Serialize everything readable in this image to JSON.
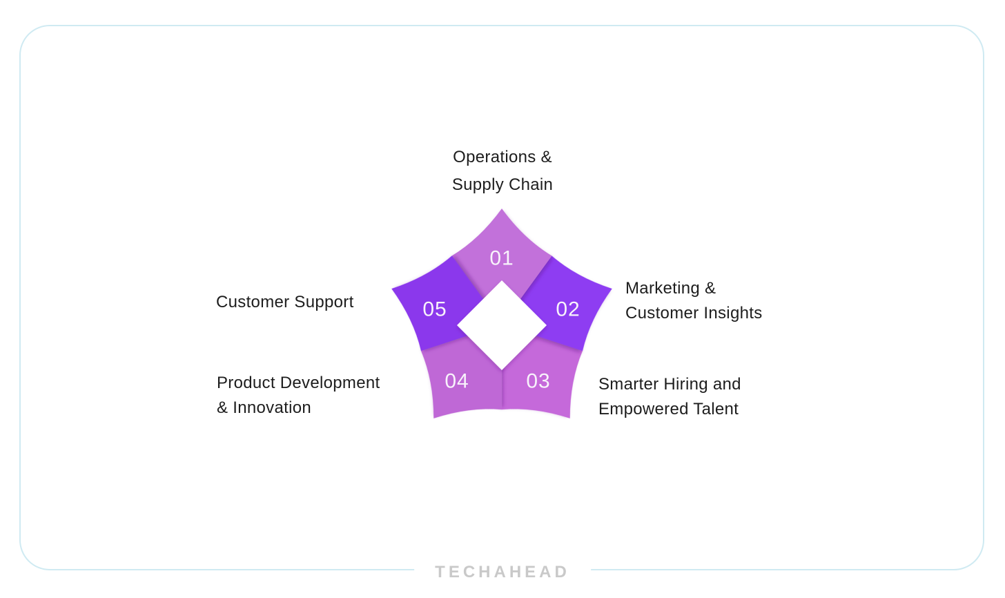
{
  "frame": {
    "border_color": "#cfeaf2"
  },
  "brand": {
    "logo_text": "TECHAHEAD",
    "logo_color": "#c9c9c9"
  },
  "diagram": {
    "type": "pentagon-cycle",
    "number_text_color": "#f8f2fb",
    "label_text_color": "#1d1d1d",
    "center_shape": "white-diamond",
    "items": [
      {
        "number": "01",
        "color": "#c271da",
        "label_line1": "Operations &",
        "label_line2": "Supply Chain"
      },
      {
        "number": "02",
        "color": "#8e3cf2",
        "label_line1": "Marketing &",
        "label_line2": "Customer Insights"
      },
      {
        "number": "03",
        "color": "#c569da",
        "label_line1": "Smarter Hiring and",
        "label_line2": "Empowered Talent"
      },
      {
        "number": "04",
        "color": "#bf68d6",
        "label_line1": "Product Development",
        "label_line2": "& Innovation"
      },
      {
        "number": "05",
        "color": "#8b38ec",
        "label_line1": "Customer Support",
        "label_line2": ""
      }
    ]
  }
}
